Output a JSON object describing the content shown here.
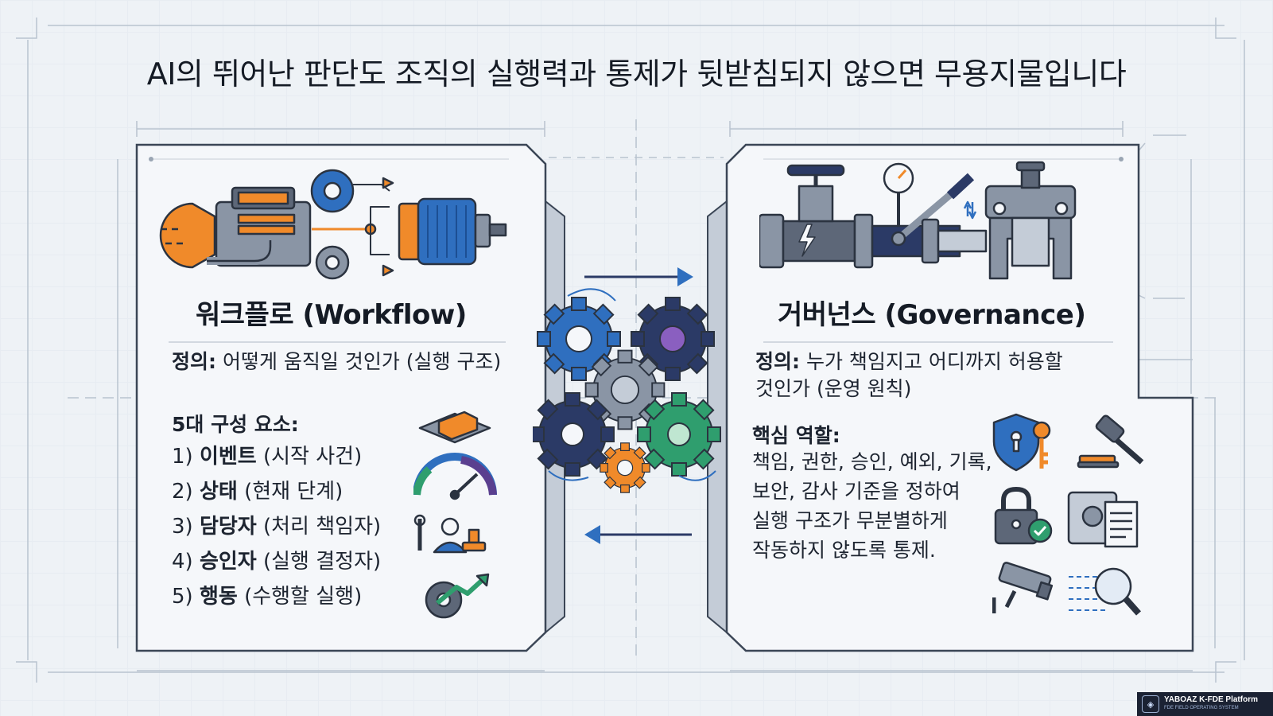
{
  "title": "AI의 뛰어난 판단도 조직의 실행력과 통제가 뒷받침되지 않으면 무용지물입니다",
  "workflow": {
    "heading": "워크플로 (Workflow)",
    "def_label": "정의:",
    "def_text": "어떻게 움직일 것인가 (실행 구조)",
    "components_label": "5대 구성 요소:",
    "items": [
      {
        "num": "1)",
        "bold": "이벤트",
        "note": "(시작 사건)",
        "icon": "gold-bar-icon"
      },
      {
        "num": "2)",
        "bold": "상태",
        "note": "(현재 단계)",
        "icon": "gauge-icon"
      },
      {
        "num": "3)",
        "bold": "담당자",
        "note": "(처리 책임자)",
        "icon": "worker-stamp-icon"
      },
      {
        "num": "4)",
        "bold": "승인자",
        "note": "(실행 결정자)",
        "icon": "approver-icon"
      },
      {
        "num": "5)",
        "bold": "행동",
        "note": "(수행할 실행)",
        "icon": "gear-arrow-icon"
      }
    ]
  },
  "governance": {
    "heading": "거버넌스 (Governance)",
    "def_label": "정의:",
    "def_text_1": "누가 책임지고 어디까지 허용할",
    "def_text_2": "것인가 (운영 원칙)",
    "role_label": "핵심 역할:",
    "role_lines": [
      "책임, 권한, 승인, 예외, 기록,",
      "보안, 감사 기준을 정하여",
      "실행 구조가 무분별하게",
      "작동하지 않도록 통제."
    ]
  },
  "badge": {
    "line1": "YABOAZ K-FDE Platform",
    "line2": "FDE FIELD OPERATING SYSTEM"
  },
  "colors": {
    "blue": "#2f6fbf",
    "orange": "#f08a2a",
    "purple": "#5a3f8f",
    "green": "#2f9e6e",
    "navy": "#2b3a66",
    "steel": "#8a95a5"
  }
}
